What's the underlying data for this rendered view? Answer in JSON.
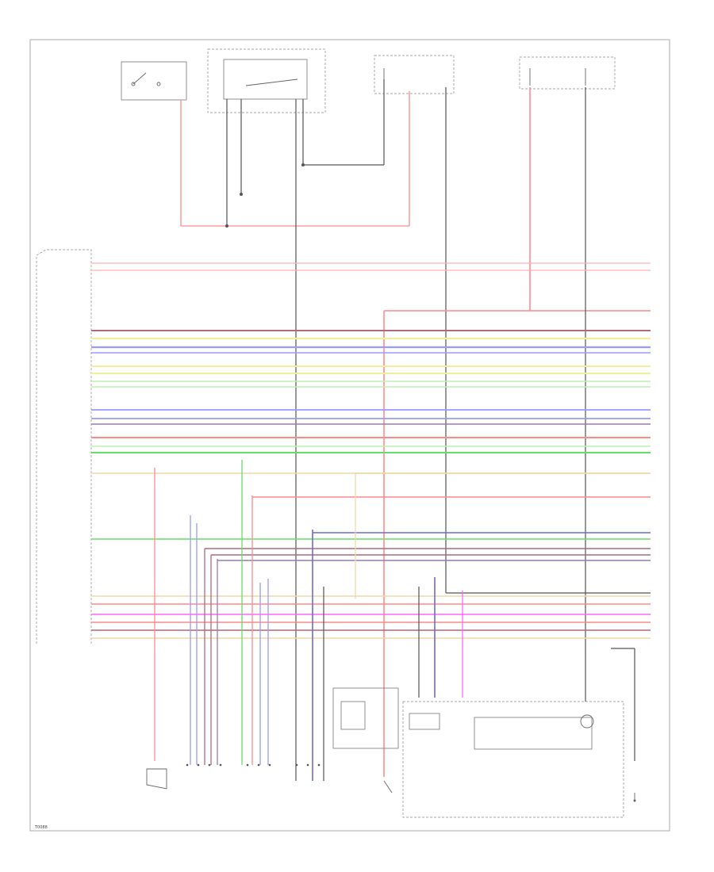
{
  "diagram": {
    "footer_id": "T0088",
    "colors": {
      "red": "#ff8a8a",
      "pink": "#ffb0b0",
      "yellow": "#f2ee9a",
      "blue": "#9a9aff",
      "dark_blue": "#6b6bd8",
      "green": "#66dd66",
      "light_green": "#bff0b0",
      "grey": "#555555",
      "magenta": "#ff66ff",
      "tan": "#f0d8a8",
      "maroon": "#b06a78",
      "purple": "#9c7ab0"
    },
    "harness_wires": [
      {
        "color": "pink",
        "weight": 1.2
      },
      {
        "color": "pink",
        "weight": 1.2
      },
      {
        "color": "maroon",
        "weight": 2.0
      },
      {
        "color": "yellow",
        "weight": 2.2
      },
      {
        "color": "blue",
        "weight": 2.2
      },
      {
        "color": "blue",
        "weight": 1.6
      },
      {
        "color": "yellow",
        "weight": 2.0
      },
      {
        "color": "yellow",
        "weight": 2.0
      },
      {
        "color": "light_green",
        "weight": 1.6
      },
      {
        "color": "light_green",
        "weight": 1.6
      },
      {
        "color": "blue",
        "weight": 1.8
      },
      {
        "color": "blue",
        "weight": 1.8
      },
      {
        "color": "purple",
        "weight": 1.6
      },
      {
        "color": "red",
        "weight": 2.0
      },
      {
        "color": "light_green",
        "weight": 1.4
      },
      {
        "color": "green",
        "weight": 2.0
      },
      {
        "color": "tan",
        "weight": 1.4
      }
    ],
    "lower_wires": [
      {
        "color": "red",
        "weight": 1.4
      },
      {
        "color": "dark_blue",
        "weight": 1.6
      },
      {
        "color": "green",
        "weight": 1.4
      },
      {
        "color": "maroon",
        "weight": 1.6
      },
      {
        "color": "maroon",
        "weight": 1.6
      },
      {
        "color": "purple",
        "weight": 1.6
      }
    ],
    "bottom_wires": [
      {
        "color": "tan",
        "weight": 1.4
      },
      {
        "color": "red",
        "weight": 1.4
      },
      {
        "color": "magenta",
        "weight": 1.4
      },
      {
        "color": "red",
        "weight": 1.4
      },
      {
        "color": "maroon",
        "weight": 1.6
      },
      {
        "color": "tan",
        "weight": 1.4
      }
    ]
  }
}
